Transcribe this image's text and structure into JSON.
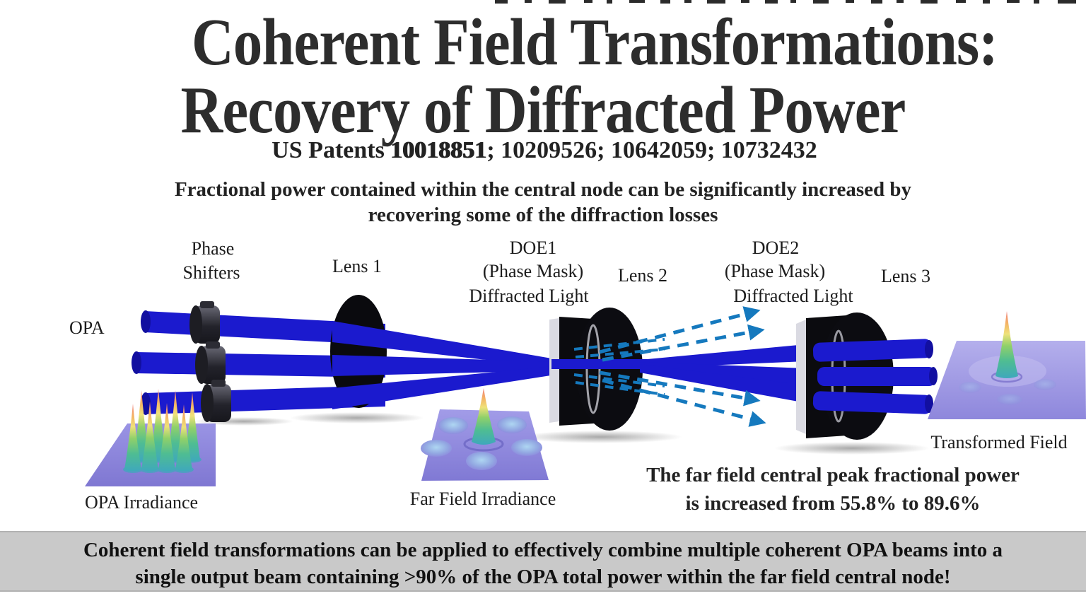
{
  "slide": {
    "title_line1": "Coherent Field Transformations:",
    "title_line2": "Recovery of Diffracted Power",
    "patents": {
      "prefix": "US Patents ",
      "first_number": "10018851",
      "remaining": "; 10209526; 10642059; 10732432"
    },
    "statement_line1": "Fractional power contained within the central node can be significantly increased by",
    "statement_line2": "recovering some of the diffraction losses"
  },
  "diagram": {
    "labels": {
      "opa": "OPA",
      "phase_shifters_line1": "Phase",
      "phase_shifters_line2": "Shifters",
      "lens1": "Lens 1",
      "doe1_line1": "DOE1",
      "doe1_line2": "(Phase Mask)",
      "doe1_line3": "Diffracted Light",
      "lens2": "Lens 2",
      "doe2_line1": "DOE2",
      "doe2_line2": "(Phase Mask)",
      "doe2_line3": "Diffracted Light",
      "lens3": "Lens 3",
      "opa_irradiance": "OPA Irradiance",
      "far_field_irradiance": "Far Field Irradiance",
      "transformed_field": "Transformed Field"
    },
    "result_line1": "The far field central peak fractional power",
    "result_line2": "is increased from 55.8% to 89.6%"
  },
  "footer": {
    "line1": "Coherent field transformations can be applied to effectively combine multiple coherent OPA beams into a",
    "line2": "single output beam containing >90% of the OPA total power within the far field central node!"
  },
  "colors": {
    "beam_blue": "#1b1ace",
    "diffracted_dash_blue": "#1579be",
    "surface_purple": "#8d86dd",
    "optic_black": "#0c0c10",
    "footer_gray": "#c9c9c9"
  }
}
